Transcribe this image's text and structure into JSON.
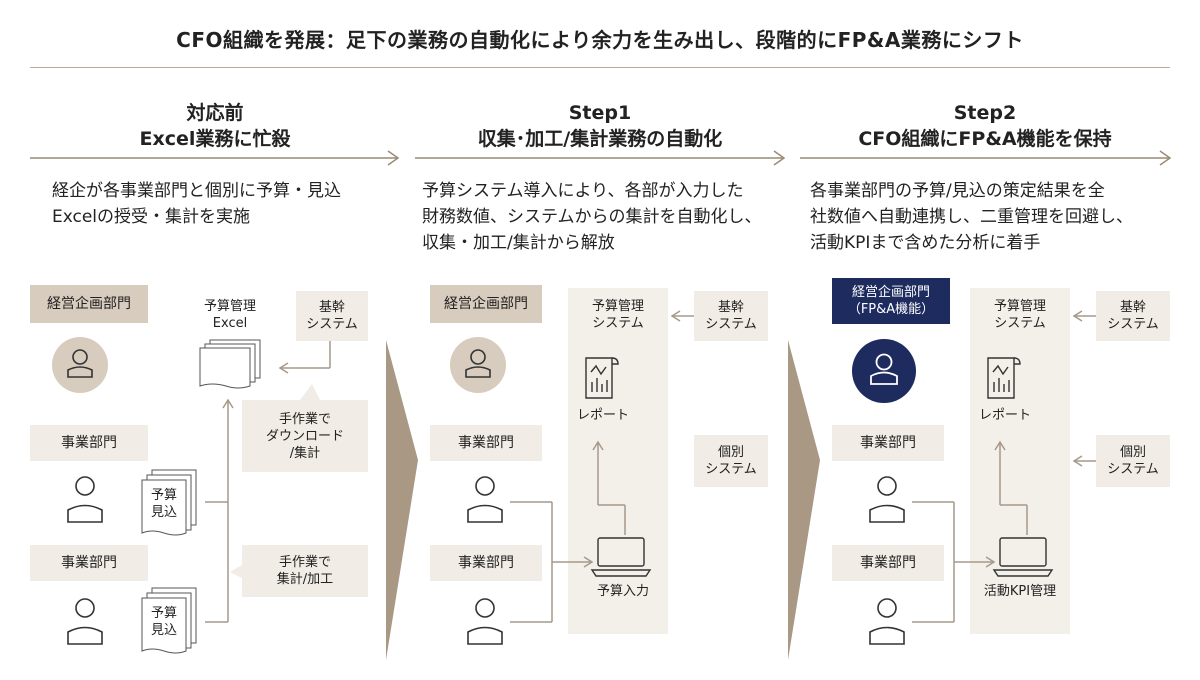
{
  "title": "CFO組織を発展：足下の業務の自動化により余力を生み出し、段階的にFP&A業務にシフト",
  "columns": [
    {
      "heading_line1": "対応前",
      "heading_line2": "Excel業務に忙殺",
      "desc_lines": [
        "経企が各事業部門と個別に予算・見込",
        "Excelの授受・集計を実施"
      ],
      "corp_dept": "経営企画部門",
      "biz_dept_1": "事業部門",
      "biz_dept_2": "事業部門",
      "excel_label_line1": "予算管理",
      "excel_label_line2": "Excel",
      "core_system_line1": "基幹",
      "core_system_line2": "システム",
      "manual_1_lines": [
        "手作業で",
        "ダウンロード",
        "/集計"
      ],
      "manual_2_lines": [
        "手作業で",
        "集計/加工"
      ],
      "doc_1_lines": [
        "予算",
        "見込"
      ],
      "doc_2_lines": [
        "予算",
        "見込"
      ]
    },
    {
      "heading_line1": "Step1",
      "heading_line2": "収集･加工/集計業務の自動化",
      "desc_lines": [
        "予算システム導入により、各部が入力した",
        "財務数値、システムからの集計を自動化し、",
        "収集・加工/集計から解放"
      ],
      "corp_dept": "経営企画部門",
      "biz_dept_1": "事業部門",
      "biz_dept_2": "事業部門",
      "budget_system_line1": "予算管理",
      "budget_system_line2": "システム",
      "core_system_line1": "基幹",
      "core_system_line2": "システム",
      "individual_system_line1": "個別",
      "individual_system_line2": "システム",
      "report_label": "レポート",
      "laptop_label": "予算入力"
    },
    {
      "heading_line1": "Step2",
      "heading_line2": "CFO組織にFP&A機能を保持",
      "desc_lines": [
        "各事業部門の予算/見込の策定結果を全",
        "社数値へ自動連携し、二重管理を回避し、",
        "活動KPIまで含めた分析に着手"
      ],
      "corp_dept_line1": "経営企画部門",
      "corp_dept_line2": "（FP&A機能）",
      "biz_dept_1": "事業部門",
      "biz_dept_2": "事業部門",
      "budget_system_line1": "予算管理",
      "budget_system_line2": "システム",
      "core_system_line1": "基幹",
      "core_system_line2": "システム",
      "individual_system_line1": "個別",
      "individual_system_line2": "システム",
      "report_label": "レポート",
      "laptop_label": "活動KPI管理"
    }
  ],
  "colors": {
    "accent": "#9a8b76",
    "tan": "#d7ccbd",
    "light": "#f1ece5",
    "navy": "#1e2b5f",
    "line": "#a7998a"
  }
}
